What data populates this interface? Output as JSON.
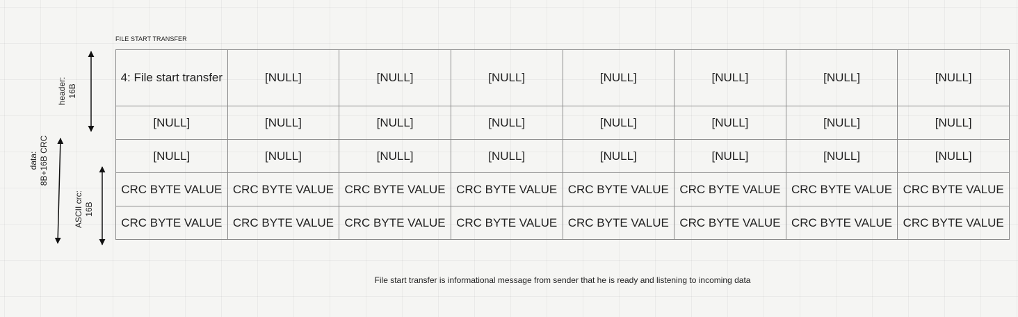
{
  "frame": {
    "title": "FILE START TRANSFER"
  },
  "table": {
    "header_row": [
      "4: File start transfer",
      "[NULL]",
      "[NULL]",
      "[NULL]",
      "[NULL]",
      "[NULL]",
      "[NULL]",
      "[NULL]"
    ],
    "data_row_1": [
      "[NULL]",
      "[NULL]",
      "[NULL]",
      "[NULL]",
      "[NULL]",
      "[NULL]",
      "[NULL]",
      "[NULL]"
    ],
    "data_row_2": [
      "[NULL]",
      "[NULL]",
      "[NULL]",
      "[NULL]",
      "[NULL]",
      "[NULL]",
      "[NULL]",
      "[NULL]"
    ],
    "crc_row_1": [
      "CRC BYTE VALUE",
      "CRC BYTE VALUE",
      "CRC BYTE VALUE",
      "CRC BYTE VALUE",
      "CRC BYTE VALUE",
      "CRC BYTE VALUE",
      "CRC BYTE VALUE",
      "CRC BYTE VALUE"
    ],
    "crc_row_2": [
      "CRC BYTE VALUE",
      "CRC BYTE VALUE",
      "CRC BYTE VALUE",
      "CRC BYTE VALUE",
      "CRC BYTE VALUE",
      "CRC BYTE VALUE",
      "CRC BYTE VALUE",
      "CRC BYTE VALUE"
    ]
  },
  "annotations": {
    "header": {
      "line1": "header:",
      "line2": "16B"
    },
    "data": {
      "line1": "data:",
      "line2": "8B+16B CRC"
    },
    "crc": {
      "line1": "ASCII crc:",
      "line2": "16B"
    }
  },
  "caption": "File start transfer is informational message from sender that he is ready and listening to incoming data"
}
